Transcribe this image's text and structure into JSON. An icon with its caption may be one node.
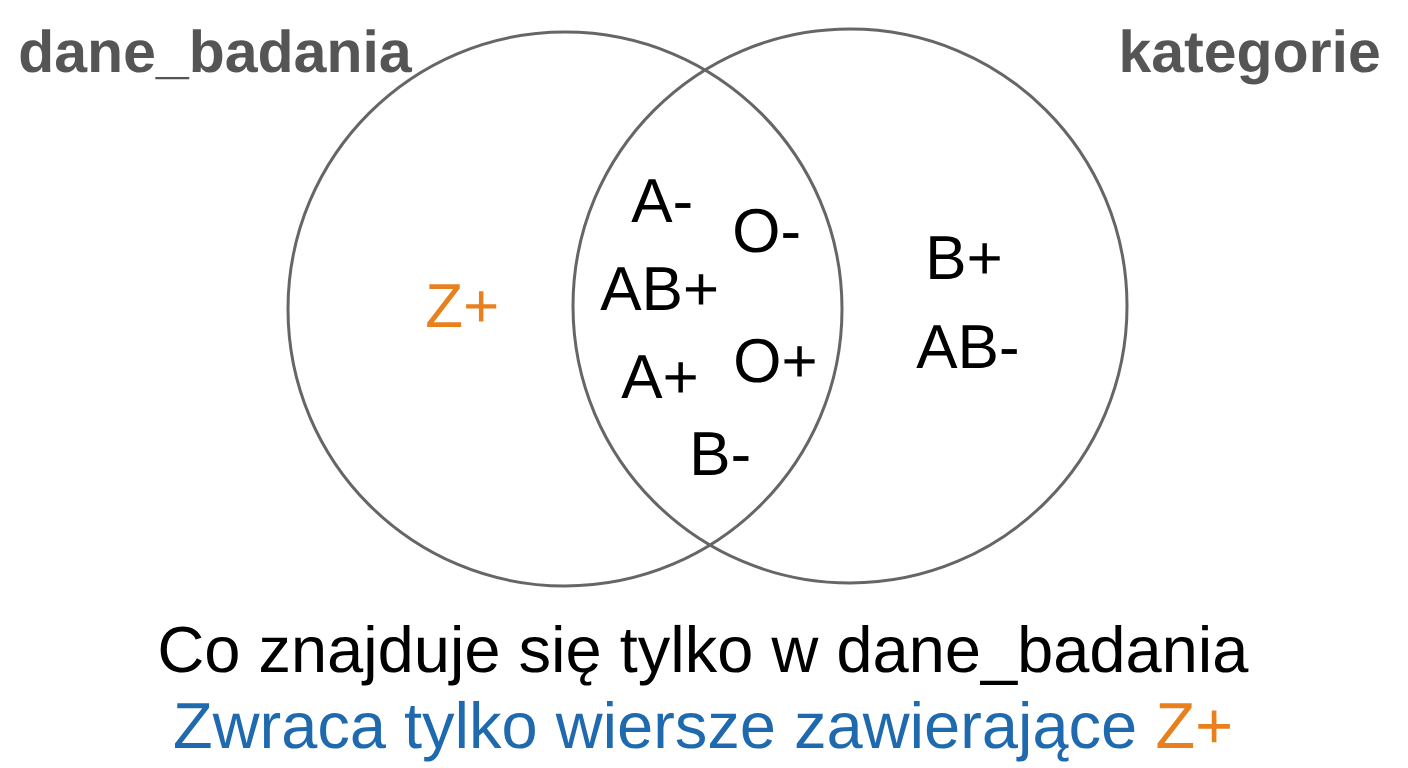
{
  "diagram": {
    "caption": "Co znajduje się tylko w dane_badania",
    "nodes": [
      {
        "text": [
          "dane_badania"
        ]
      },
      {
        "text": [
          "kategorie"
        ]
      }
    ],
    "labels": [
      "Z+",
      "A-",
      "O-",
      "AB+",
      "A+",
      "O+",
      "B-",
      "B+",
      "AB-",
      "Zwraca tylko wiersze zawierające",
      "Z+"
    ]
  }
}
